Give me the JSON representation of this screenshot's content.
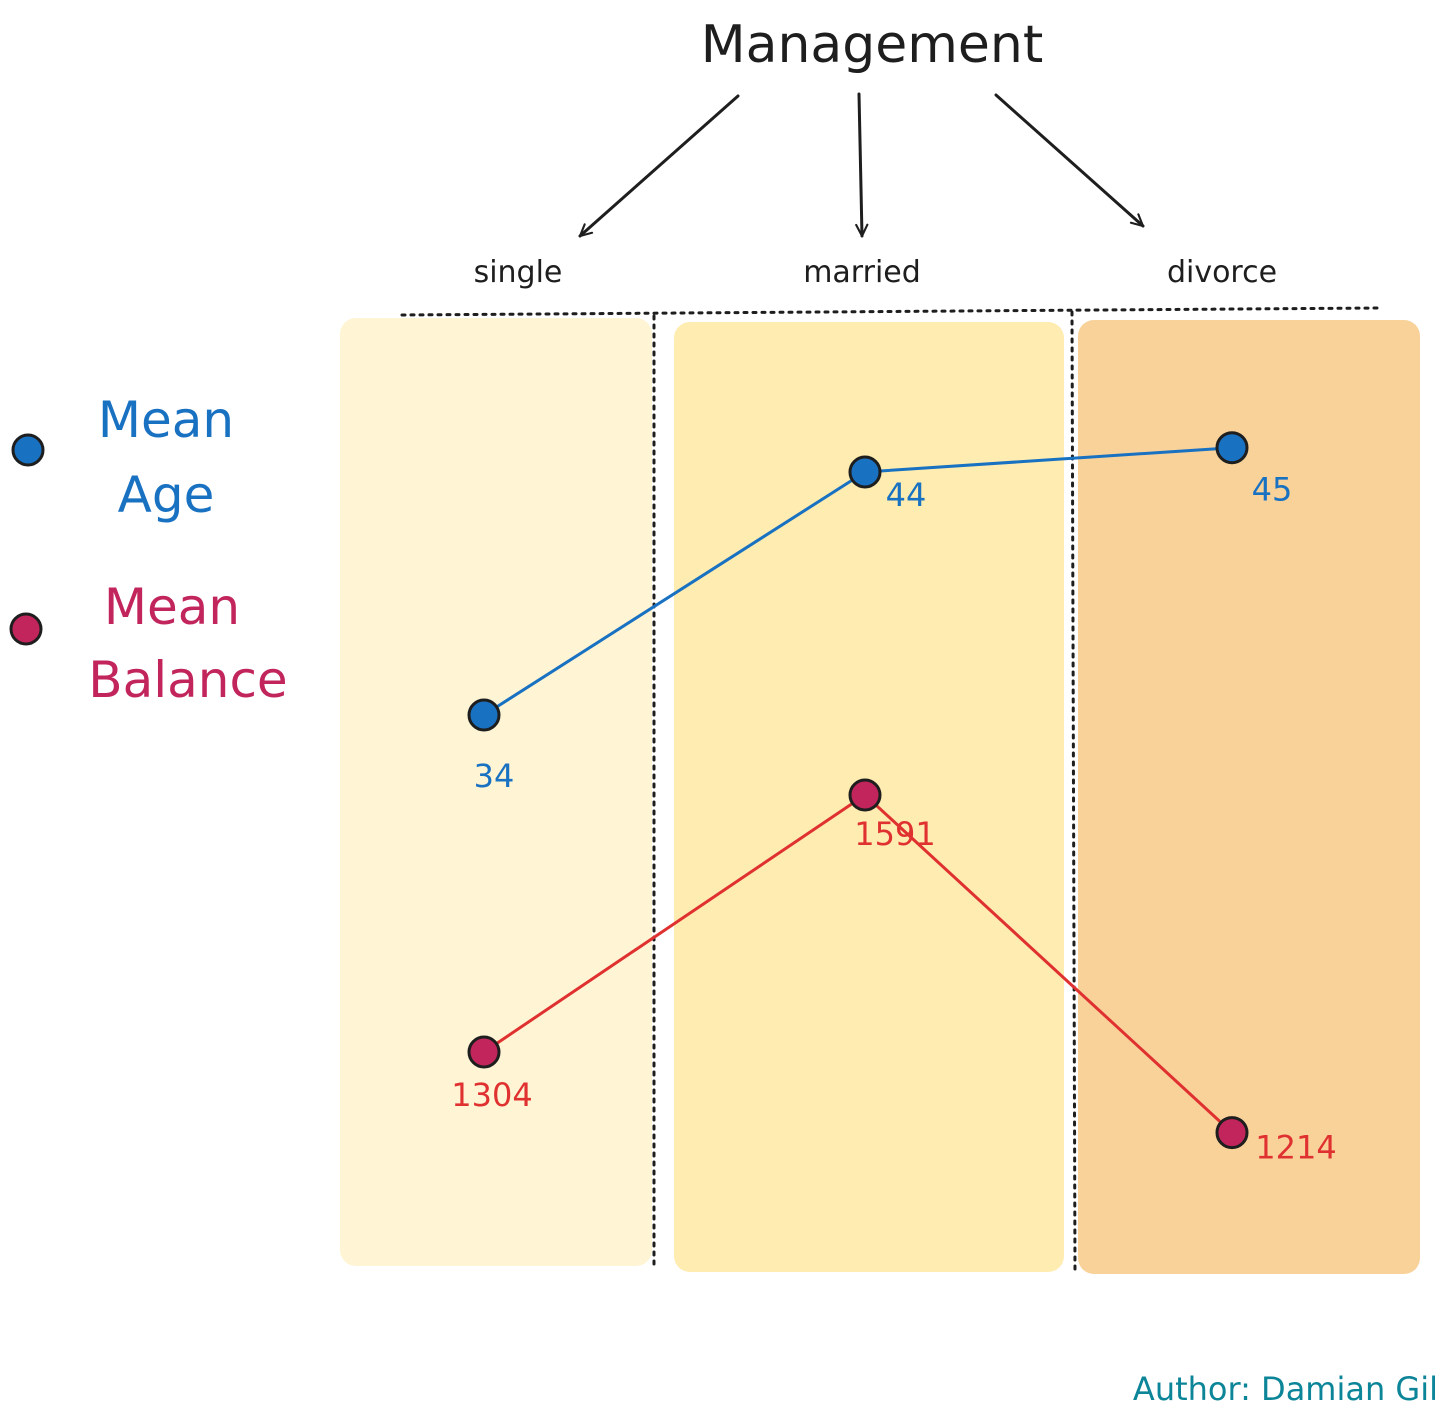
{
  "chart_data": {
    "type": "line",
    "title": "Management",
    "categories": [
      "single",
      "married",
      "divorce"
    ],
    "series": [
      {
        "name": "Mean Age",
        "legend_lines": [
          "Mean",
          "Age"
        ],
        "values": [
          34,
          44,
          45
        ],
        "labels": [
          "34",
          "44",
          "45"
        ],
        "color": "#1971c2"
      },
      {
        "name": "Mean Balance",
        "legend_lines": [
          "Mean",
          "Balance"
        ],
        "values": [
          1304,
          1591,
          1214
        ],
        "labels": [
          "1304",
          "1591",
          "1214"
        ],
        "color": "#c2255c",
        "line_color": "#e03131"
      }
    ],
    "column_colors": [
      "#fff5d4",
      "#ffecb0",
      "#f9d29a"
    ],
    "grid": false
  },
  "author": "Author: Damian Gil"
}
